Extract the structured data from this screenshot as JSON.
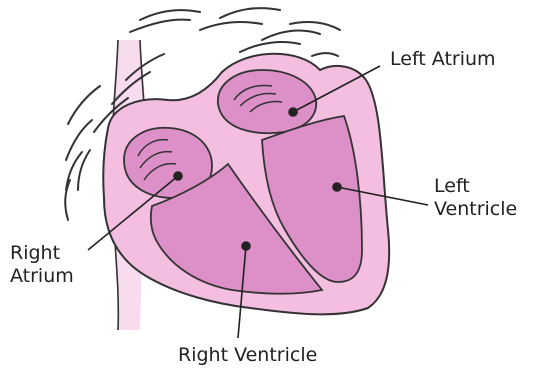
{
  "labels": {
    "left_atrium": "Left Atrium",
    "left_ventricle_line1": "Left",
    "left_ventricle_line2": "Ventricle",
    "right_atrium_line1": "Right",
    "right_atrium_line2": "Atrium",
    "right_ventricle": "Right Ventricle"
  },
  "colors": {
    "outer_wall": "#f3bedf",
    "chamber": "#dd8fc8",
    "outline": "#333333",
    "vessel": "#f7dcef"
  }
}
